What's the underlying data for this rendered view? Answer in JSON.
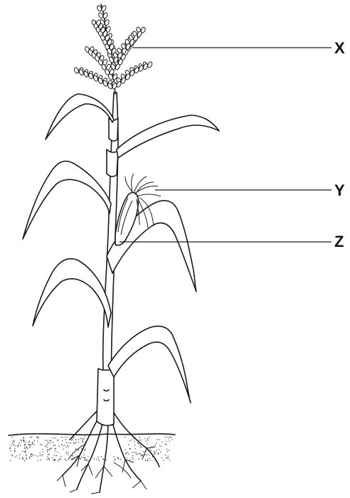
{
  "labels": {
    "x": "X",
    "y": "Y",
    "z": "Z"
  },
  "icons": {
    "plant": "maize-plant-illustration"
  }
}
